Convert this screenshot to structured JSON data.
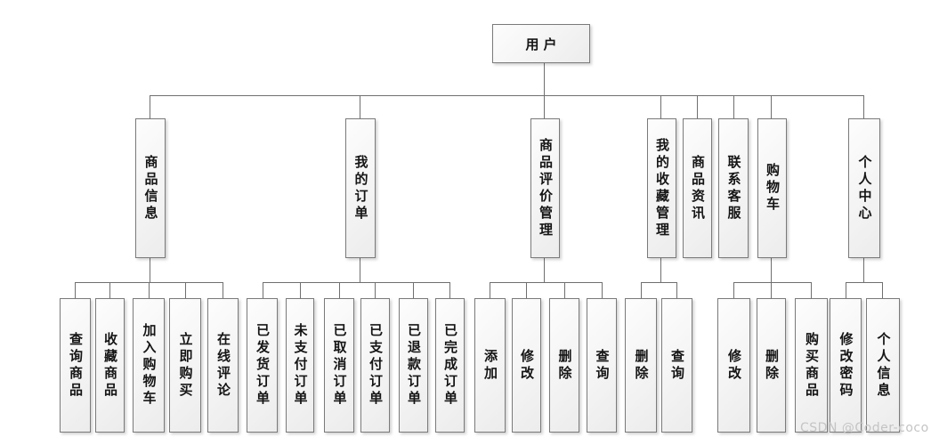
{
  "diagram": {
    "title_hint": "user-feature-structure-diagram",
    "root": {
      "label": "用户"
    },
    "branches": [
      {
        "label": "商品信息",
        "children": [
          "查询商品",
          "收藏商品",
          "加入购物车",
          "立即购买",
          "在线评论"
        ]
      },
      {
        "label": "我的订单",
        "children": [
          "已发货订单",
          "未支付订单",
          "已取消订单",
          "已支付订单",
          "已退款订单",
          "已完成订单"
        ]
      },
      {
        "label": "商品评价管理",
        "children": [
          "添加",
          "修改",
          "删除",
          "查询"
        ]
      },
      {
        "label": "我的收藏管理",
        "children": [
          "删除",
          "查询"
        ]
      },
      {
        "label": "商品资讯",
        "children": []
      },
      {
        "label": "联系客服",
        "children": []
      },
      {
        "label": "购物车",
        "children": [
          "修改",
          "删除",
          "购买商品"
        ]
      },
      {
        "label": "个人中心",
        "children": [
          "修改密码",
          "个人信息"
        ]
      }
    ]
  },
  "watermark": "CSDN @Coder-coco"
}
